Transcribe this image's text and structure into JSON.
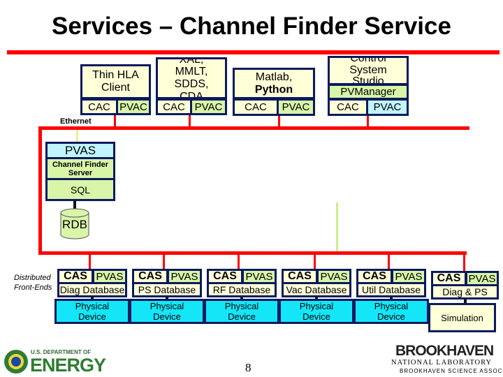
{
  "title": "Services – Channel Finder Service",
  "network_label": "Ethernet",
  "clients": [
    {
      "name": "Thin HLA Client",
      "cac": "CAC",
      "pvac": "PVAC"
    },
    {
      "name": "XAL, MMLT, SDDS, CDA",
      "cac": "CAC",
      "pvac": "PVAC"
    },
    {
      "name": "Matlab,",
      "name2": "Python",
      "cac": "CAC",
      "pvac": "PVAC"
    },
    {
      "name": "Control System Studio",
      "middleware": "PVManager",
      "cac": "CAC",
      "pvac": "PVAC"
    }
  ],
  "server": {
    "pvas": "PVAS",
    "name": "Channel Finder Server",
    "sql": "SQL",
    "db": "RDB"
  },
  "frontends_label": {
    "line1": "Distributed",
    "line2": "Front-Ends"
  },
  "frontends": [
    {
      "cas": "CAS",
      "pvas": "PVAS",
      "db": "Diag Database",
      "device": "Physical Device"
    },
    {
      "cas": "CAS",
      "pvas": "PVAS",
      "db": "PS Database",
      "device": "Physical Device"
    },
    {
      "cas": "CAS",
      "pvas": "PVAS",
      "db": "RF Database",
      "device": "Physical Device"
    },
    {
      "cas": "CAS",
      "pvas": "PVAS",
      "db": "Vac Database",
      "device": "Physical Device"
    },
    {
      "cas": "CAS",
      "pvas": "PVAS",
      "db": "Util Database",
      "device": "Physical Device"
    },
    {
      "cas": "CAS",
      "pvas": "PVAS",
      "db": "Diag & PS",
      "device": "Simulation"
    }
  ],
  "footer": {
    "doe_small": "U.S. DEPARTMENT OF",
    "doe_big": "ENERGY",
    "page": "8",
    "bnl_big": "BROOKHAVEN",
    "bnl_sub": "NATIONAL LABORATORY",
    "bnl_assoc": "BROOKHAVEN SCIENCE ASSOCIATES"
  },
  "colors": {
    "network": "#ff0000",
    "box_border": "#0a1a5e",
    "pvac_green": "#d8f5a8",
    "pvas_blue": "#c0f4ff",
    "device_cyan": "#14e6f8"
  }
}
